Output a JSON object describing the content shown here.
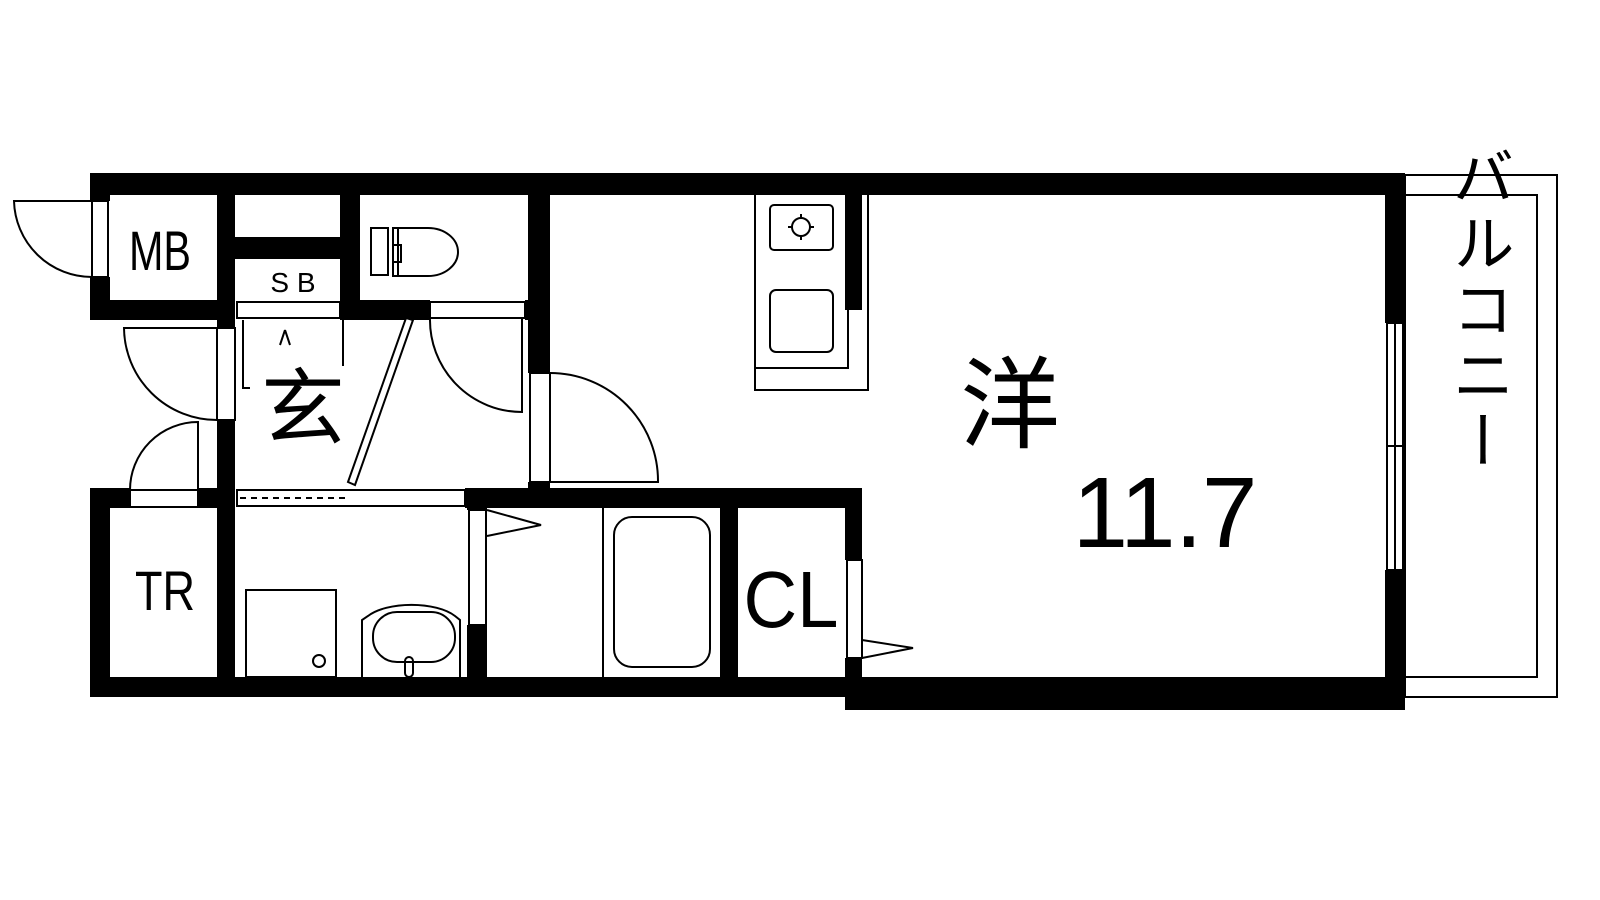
{
  "floorplan": {
    "rooms": {
      "meter_box": "MB",
      "shoe_box": "S B",
      "entrance": "玄",
      "trunk_room": "TR",
      "closet": "CL",
      "western_room": "洋",
      "western_room_size": "11.7",
      "balcony": "バルコニー"
    },
    "colors": {
      "wall": "#000000",
      "background": "#ffffff"
    }
  }
}
